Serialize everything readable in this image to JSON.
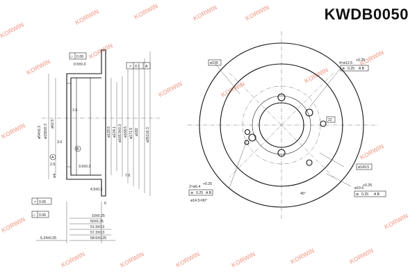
{
  "part_number": "KWDB0050",
  "watermark_text": "KORWIN",
  "colors": {
    "watermark": "#f3b5a8",
    "ink": "#222222"
  },
  "side_view": {
    "flatness": "0.06",
    "outer_thickness_tol": "0.5±0.3",
    "runout": "0.1",
    "runout_datum": "A",
    "bottom_runout": "0.06",
    "datum_A": "A",
    "datum_B": "B",
    "d_hub_bore": "ø54±0.3",
    "d_inner": "ø158±0.3",
    "d_pilot": "ø62.5",
    "d_hat": "ø129.5",
    "d_vent": "ø124.1",
    "d_mid": "ø165.9±0.3",
    "d_outer_hat": "ø168.5",
    "d_max": "ø171.5",
    "d_face": "ø182",
    "d_disc": "ø261±0.3",
    "dim_1_5": "1.5",
    "dim_3_0": "3.0",
    "dim_2_5": "2.5",
    "dim_3_6": "3.6±0.3",
    "dim_4_5": "4.5±0.3",
    "dim_7_0": "7.0",
    "dim_6": "6",
    "dim_a4": "ø4",
    "dim_10": "10±0.25",
    "dim_50": "50±0.25",
    "dim_51": "51.9±0.3",
    "dim_57": "57.3±0.3",
    "dim_58": "58.6±0.25",
    "dim_5_24": "5.24±0.25"
  },
  "front_view": {
    "pcd": "ø100",
    "bolt_holes": "4×ø12.5",
    "bolt_holes_tol": "+0.25",
    "bolt_holes_pos": "0.25",
    "pos_datum": "A B",
    "hole_angle": "22",
    "angle_label": "45°",
    "pcd_inner": "ø149.5",
    "small_holes": "2×ø6.4",
    "small_holes_tol": "+0.25",
    "small_holes_pos": "0.25",
    "small_holes_pcd": "ø14.5×90°",
    "pilot_hole": "ø10.6",
    "pilot_hole_tol": "+0.25",
    "pilot_hole_pos": "0.25"
  }
}
